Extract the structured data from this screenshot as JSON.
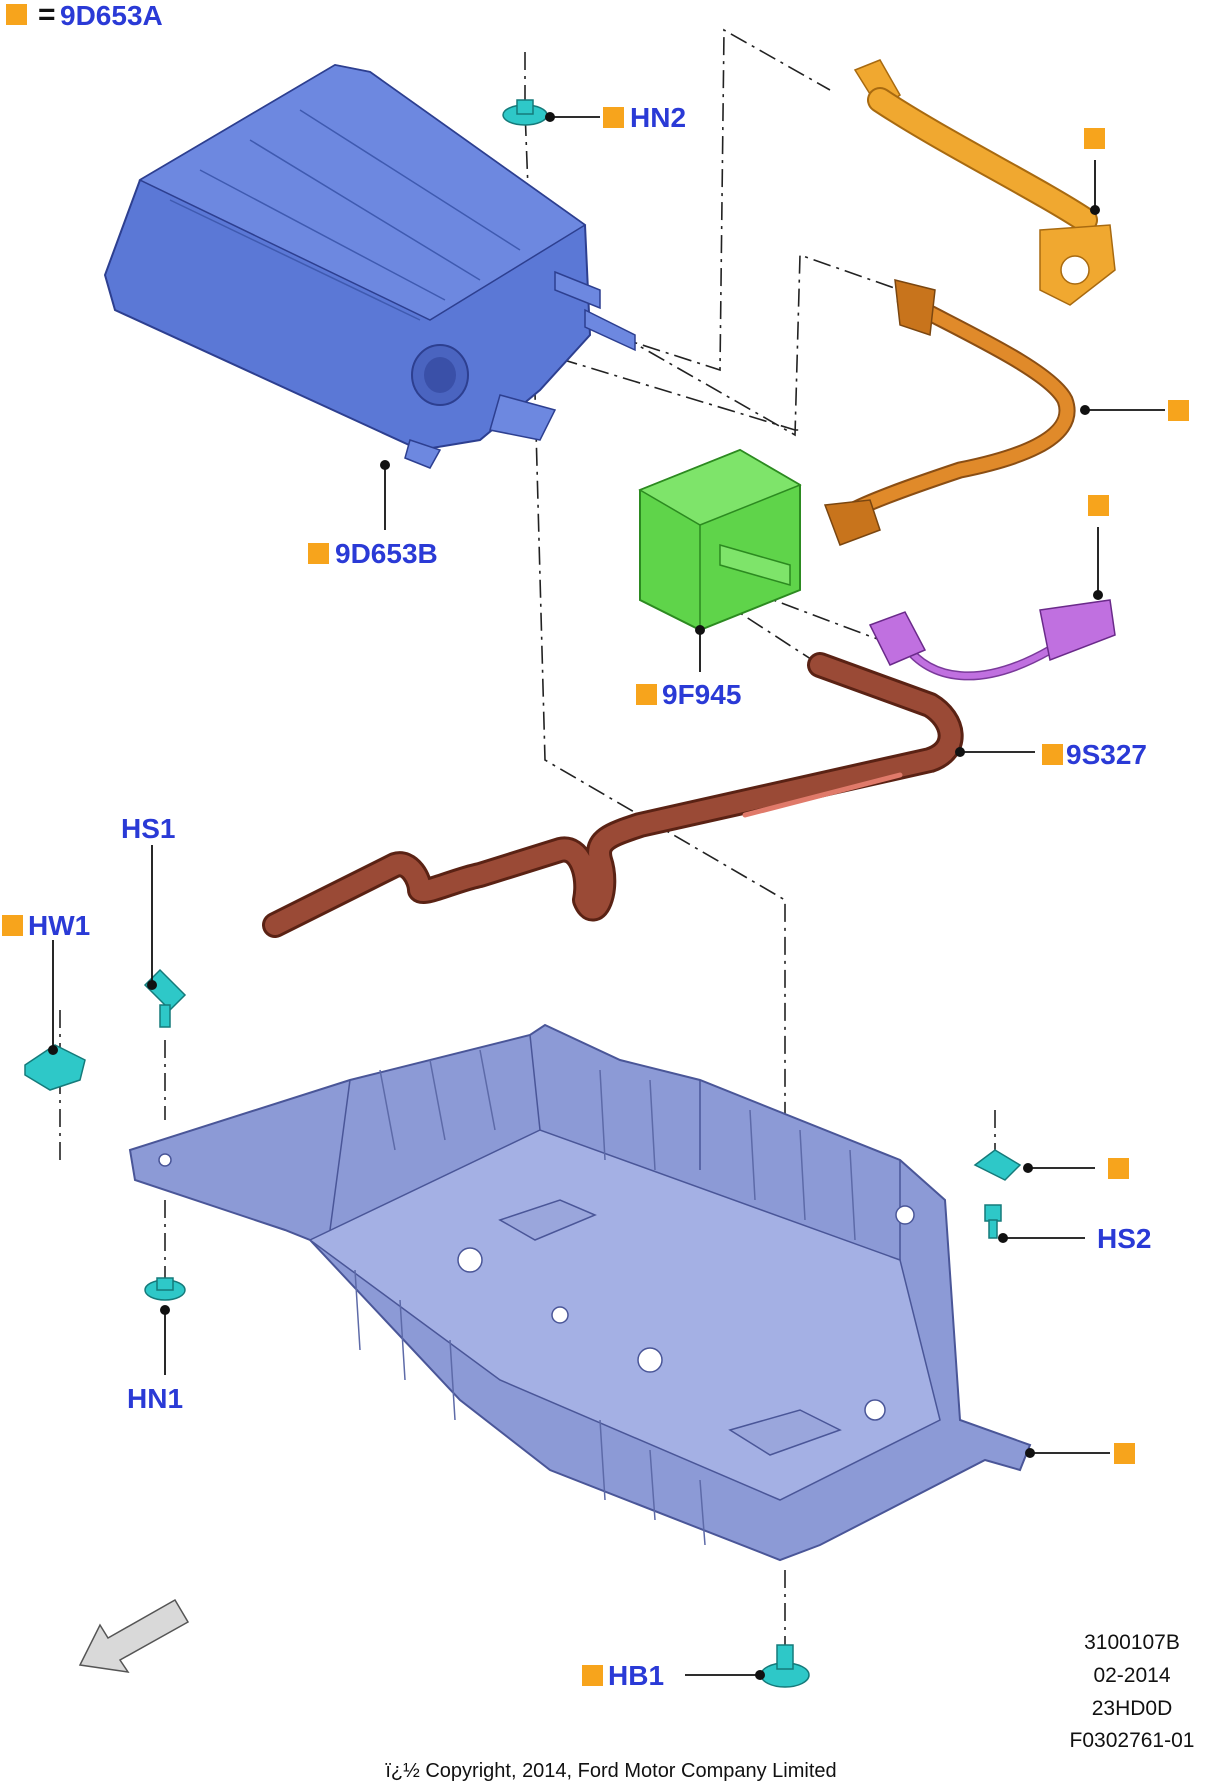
{
  "legend": {
    "marker_color": "#f7a41c",
    "equals": "=",
    "code": "9D653A"
  },
  "labels": {
    "hn2": "HN2",
    "p9d653b": "9D653B",
    "p9f945": "9F945",
    "p9s327": "9S327",
    "hs1": "HS1",
    "hw1": "HW1",
    "hs2": "HS2",
    "hn1": "HN1",
    "hb1": "HB1"
  },
  "reference": [
    "3100107B",
    "02-2014",
    "23HD0D",
    "F0302761-01"
  ],
  "copyright": "ï¿½ Copyright, 2014, Ford Motor Company Limited",
  "colors": {
    "label_text": "#2a3ad6",
    "canister": "#5b78d6",
    "tray": "#8c9ad6",
    "valve": "#5fd44a",
    "hose_orange": "#f0a830",
    "hose_copper": "#e08a2a",
    "pipe_brown": "#9a4a36",
    "harness": "#c070e0",
    "fastener": "#2ec8c8"
  }
}
